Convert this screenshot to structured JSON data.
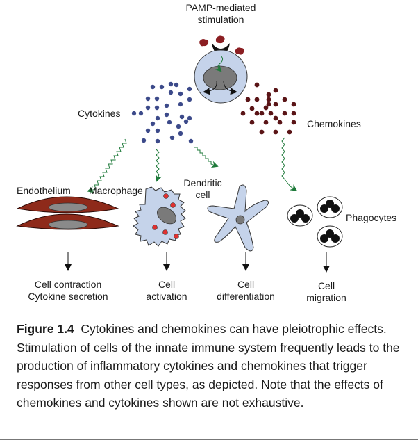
{
  "diagram": {
    "stimulus_label_line1": "PAMP-mediated",
    "stimulus_label_line2": "stimulation",
    "cytokines_label": "Cytokines",
    "chemokines_label": "Chemokines",
    "targets": [
      {
        "name": "Endothelium",
        "effect_line1": "Cell contraction",
        "effect_line2": "Cytokine secretion"
      },
      {
        "name": "Macrophage",
        "effect_line1": "Cell",
        "effect_line2": "activation"
      },
      {
        "name_line1": "Dendritic",
        "name_line2": "cell",
        "effect_line1": "Cell",
        "effect_line2": "differentiation"
      },
      {
        "name": "Phagocytes",
        "effect_line1": "Cell",
        "effect_line2": "migration"
      }
    ],
    "colors": {
      "cytokine_dot": "#3c4a8a",
      "chemokine_dot": "#5a1416",
      "cell_fill": "#c5d3ea",
      "nucleus": "#7a7a7a",
      "endothelium": "#8e2a1a",
      "signal_arrow": "#1e7a3a",
      "granule": "#e03030"
    }
  },
  "caption": {
    "figure_label": "Figure 1.4",
    "text": "Cytokines and chemokines can have pleiotrophic effects. Stimulation of cells of the innate immune system frequently leads to the production of inflammatory cytokines and chemokines that trigger responses from other cell types, as depicted. Note that the effects of chemokines and cytokines shown are not exhaustive."
  }
}
